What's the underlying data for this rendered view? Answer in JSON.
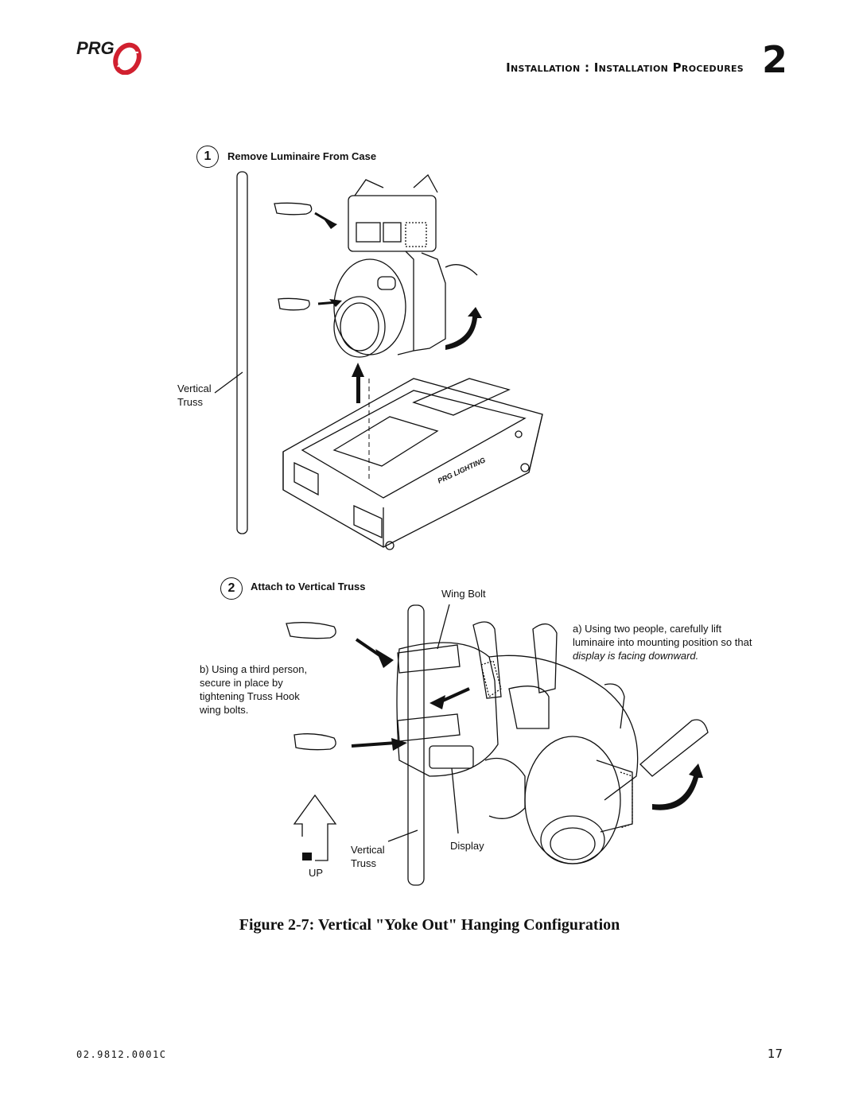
{
  "header": {
    "logo_text": "PRG",
    "section_title": "Installation : Installation Procedures",
    "chapter_number": "2"
  },
  "figure": {
    "step1": {
      "number": "1",
      "title": "Remove Luminaire From Case"
    },
    "step2": {
      "number": "2",
      "title": "Attach to Vertical Truss"
    },
    "case_logo_text": "PRG LIGHTING",
    "labels": {
      "vertical_truss_1": [
        "Vertical",
        "Truss"
      ],
      "wing_bolt": "Wing Bolt",
      "note_a_line1": "a) Using two people, carefully lift",
      "note_a_line2": "luminaire into mounting position so that",
      "note_a_line3": "display is facing downward.",
      "note_b": [
        "b) Using a third person,",
        "secure in place by",
        "tightening Truss Hook",
        "wing bolts."
      ],
      "vertical_truss_2": [
        "Vertical",
        "Truss"
      ],
      "display": "Display",
      "up": "UP"
    }
  },
  "caption": "Figure 2-7: Vertical \"Yoke Out\" Hanging Configuration",
  "footer": {
    "doc_number": "02.9812.0001C",
    "page_number": "17"
  },
  "colors": {
    "logo_red": "#d1202f",
    "logo_dark": "#1a1a1a"
  }
}
